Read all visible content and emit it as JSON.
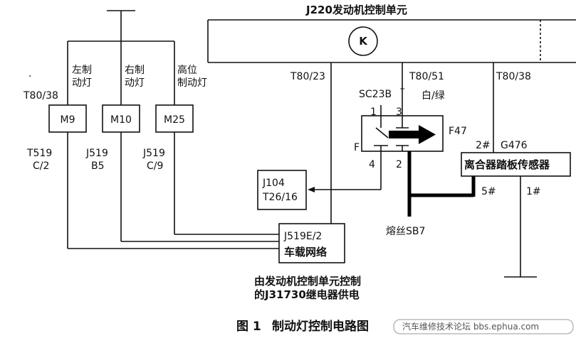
{
  "ecu": {
    "title": "J220发动机控制单元",
    "k_symbol": "K"
  },
  "lamps": {
    "left": {
      "name_line1": "左制",
      "name_line2": "动灯",
      "connector_top": "T80/38",
      "dot": "·",
      "box": "M9",
      "conn_line1": "T519",
      "conn_line2": "C/2"
    },
    "right": {
      "name_line1": "右制",
      "name_line2": "动灯",
      "box": "M10",
      "conn_line1": "J519",
      "conn_line2": "B5"
    },
    "high": {
      "name_line1": "高位",
      "name_line2": "制动灯",
      "box": "M25",
      "conn_line1": "J519",
      "conn_line2": "C/9"
    }
  },
  "pins": {
    "t80_23": "T80/23",
    "t80_51": "T80/51",
    "t80_38": "T80/38",
    "wire_color": "白/绿"
  },
  "switch": {
    "name": "SC23B",
    "sup": "+",
    "f_label": "F",
    "part": "F47",
    "pin1": "1",
    "pin2": "2",
    "pin3": "3",
    "pin4": "4"
  },
  "j104": {
    "line1": "J104",
    "line2": "T26/16"
  },
  "network": {
    "line1": "J519E/2",
    "line2": "车载网络"
  },
  "sensor": {
    "name": "离合器踏板传感器",
    "part": "G476",
    "pin2": "2#",
    "pin5": "5#",
    "pin1": "1#"
  },
  "fuse": {
    "label": "熔丝SB7"
  },
  "note": {
    "line1": "由发动机控制单元控制",
    "line2": "的J31730继电器供电"
  },
  "caption": {
    "fig": "图 1",
    "title": "制动灯控制电路图"
  },
  "watermark": "汽车维修技术论坛 bbs.ephua.com"
}
